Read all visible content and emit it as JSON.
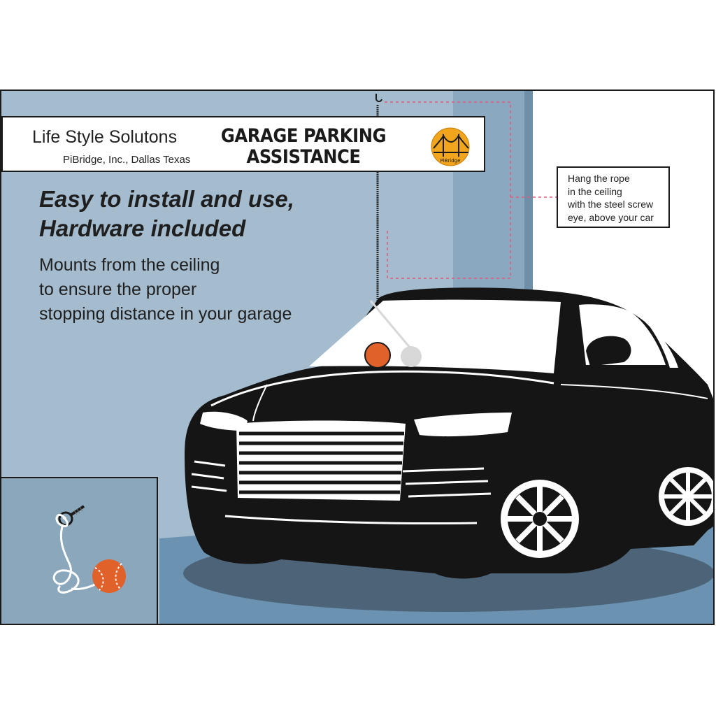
{
  "banner": {
    "brand": "Life Style Solutons",
    "company": "PiBridge, Inc., Dallas Texas",
    "heading_line1": "GARAGE PARKING",
    "heading_line2": "ASSISTANCE",
    "logo_text": "PiBridge"
  },
  "headline": {
    "line1": "Easy to install and use,",
    "line2": "Hardware included"
  },
  "body": {
    "line1": "Mounts from the ceiling",
    "line2": "to ensure the proper",
    "line3": "stopping distance in your garage"
  },
  "callout": {
    "line1": "Hang the rope",
    "line2": "in the ceiling",
    "line3": "with the steel screw",
    "line4": "eye, above your car"
  },
  "colors": {
    "wall": "#a5bccf",
    "pillar": "#8aa8c0",
    "floor": "#6b92b0",
    "car": "#151515",
    "ball": "#e0622a",
    "callout_line": "#e05a7a"
  },
  "icons": [
    "screw-eye-icon",
    "rope-icon",
    "ball-icon",
    "car-illustration"
  ]
}
